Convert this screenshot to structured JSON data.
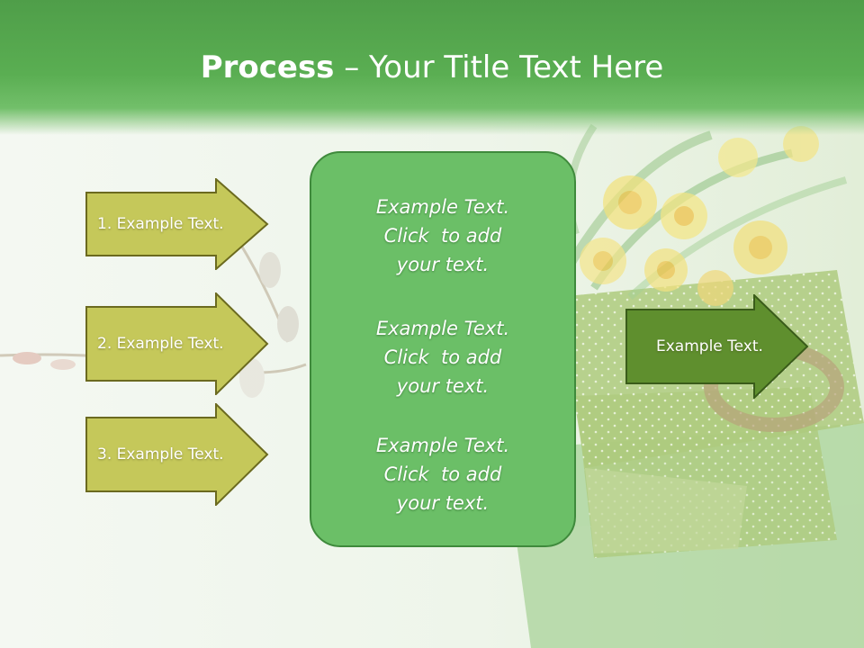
{
  "title": {
    "bold": "Process",
    "rest": " – Your Title Text Here"
  },
  "left_arrows": [
    {
      "label": "1. Example Text."
    },
    {
      "label": "2. Example Text."
    },
    {
      "label": "3. Example Text."
    }
  ],
  "center_box": {
    "paragraphs": [
      {
        "lines": [
          "Example Text.",
          "Click  to add",
          "your text."
        ]
      },
      {
        "lines": [
          "Example Text.",
          "Click  to add",
          "your text."
        ]
      },
      {
        "lines": [
          "Example Text.",
          "Click  to add",
          "your text."
        ]
      }
    ]
  },
  "right_arrow": {
    "label": "Example Text."
  },
  "colors": {
    "header_green": "#56a84f",
    "left_arrow_fill": "#c5c85a",
    "left_arrow_border": "#6b6a1f",
    "center_fill": "#6bbf67",
    "center_border": "#3f8a3c",
    "right_arrow_fill": "#5f8f2e",
    "right_arrow_border": "#3a5c1a"
  }
}
